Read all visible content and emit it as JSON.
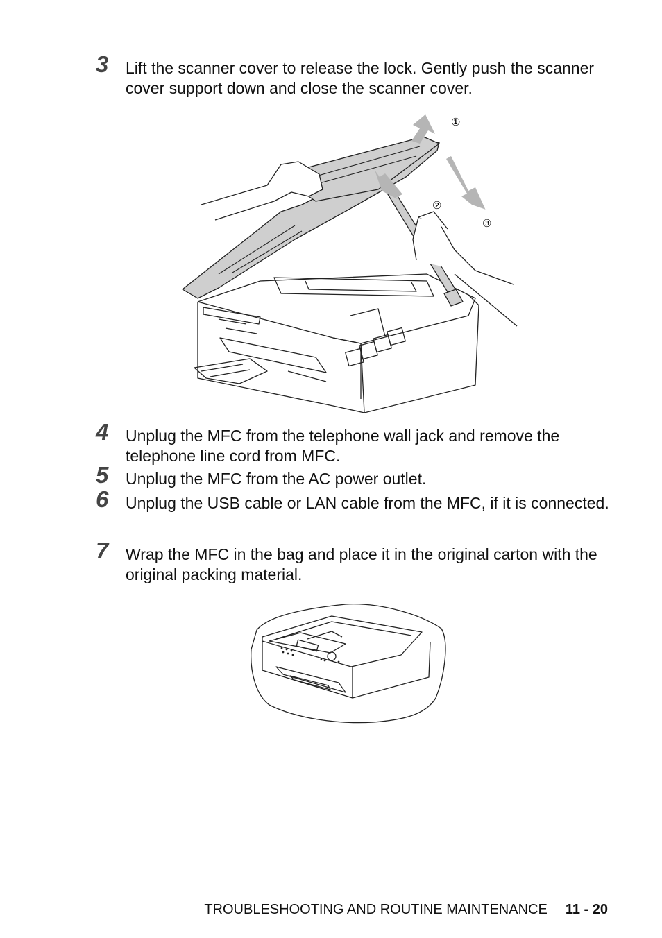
{
  "steps": [
    {
      "number": "3",
      "text": "Lift the scanner cover to release the lock. Gently push the scanner cover support down and close the scanner cover."
    },
    {
      "number": "4",
      "text": "Unplug the MFC from the telephone wall jack and remove the telephone line cord from MFC."
    },
    {
      "number": "5",
      "text": "Unplug the MFC from the AC power outlet."
    },
    {
      "number": "6",
      "text": "Unplug the USB cable or LAN cable from the MFC, if it is connected."
    },
    {
      "number": "7",
      "text": "Wrap the MFC in the bag and place it in the original carton with the original packing material."
    }
  ],
  "figure1": {
    "callouts": [
      "①",
      "②",
      "③"
    ]
  },
  "footer": {
    "section": "TROUBLESHOOTING AND ROUTINE MAINTENANCE",
    "page": "11 - 20"
  }
}
